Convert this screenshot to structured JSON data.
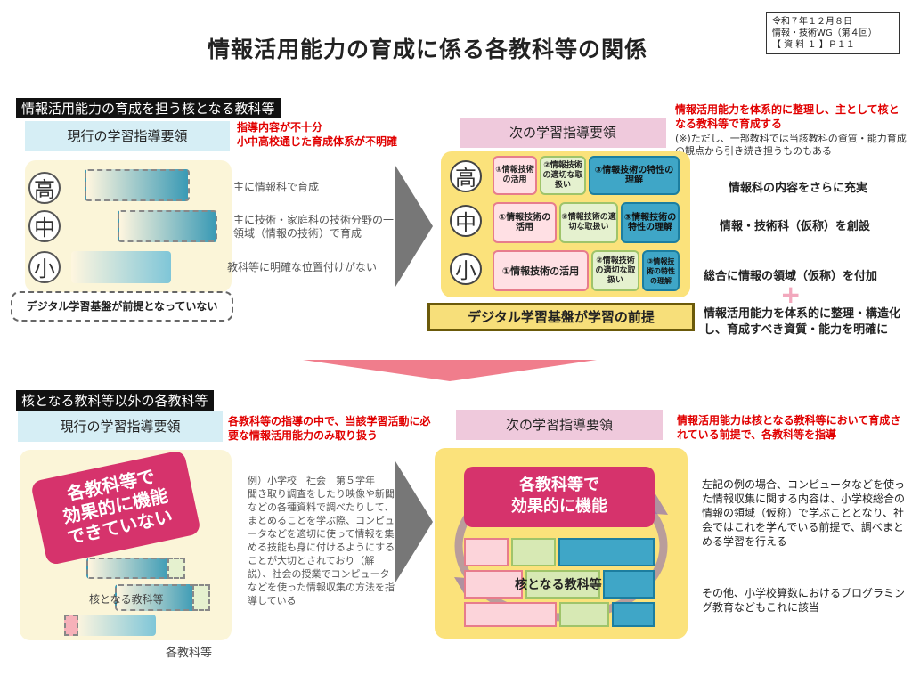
{
  "meta": {
    "line1": "令和７年１２月８日",
    "line2": "情報・技術WG（第４回）",
    "line3": "【 資 料 １ 】Ｐ１１"
  },
  "title": "情報活用能力の育成に係る各教科等の関係",
  "section1": {
    "header": "情報活用能力の育成を担う核となる教科等",
    "current_label": "現行の学習指導要領",
    "current_problem": "指導内容が不十分\n小中高校通じた育成体系が不明確",
    "levels": [
      "高",
      "中",
      "小"
    ],
    "level_notes": [
      "主に情報科で育成",
      "主に技術・家庭科の技術分野の一領域（情報の技術）で育成",
      "教科等に明確な位置付けがない"
    ],
    "digital_note_current": "デジタル学習基盤が前提となっていない",
    "next_label": "次の学習指導要領",
    "next_intro_red": "情報活用能力を体系的に整理し、主として核となる教科等で育成する",
    "next_intro_note": "(※)ただし、一部教科では当該教科の資質・能力育成の観点から引き続き担うものもある",
    "boxes": {
      "b1": "①情報技術の活用",
      "b2": "②情報技術の適切な取扱い",
      "b3": "③情報技術の特性の理解"
    },
    "right_notes": [
      "情報科の内容をさらに充実",
      "情報・技術科（仮称）を創設",
      "総合に情報の領域（仮称）を付加"
    ],
    "plus": "+",
    "right_summary": "情報活用能力を体系的に整理・構造化し、育成すべき資質・能力を明確に",
    "digital_note_next": "デジタル学習基盤が学習の前提"
  },
  "section2": {
    "header": "核となる教科等以外の各教科等",
    "current_label": "現行の学習指導要領",
    "current_red": "各教科等の指導の中で、当該学習活動に必要な情報活用能力のみ取り扱う",
    "current_badge": "各教科等で\n効果的に機能\nできていない",
    "core_label": "核となる教科等",
    "each_label": "各教科等",
    "example_text": "例）小学校　社会　第５学年\n聞き取り調査をしたり映像や新聞などの各種資料で調べたりして、まとめることを学ぶ際、コンピュータなどを適切に使って情報を集める技能も身に付けるようにすることが大切とされており（解説）、社会の授業でコンピュータなどを使った情報収集の方法を指導している",
    "next_label": "次の学習指導要領",
    "next_red": "情報活用能力は核となる教科等において育成されている前提で、各教科等を指導",
    "next_badge": "各教科等で\n効果的に機能",
    "next_core": "核となる教科等",
    "right_text": "左記の例の場合、コンピュータなどを使った情報収集に関する内容は、小学校総合の情報の領域（仮称）で学ぶこととなり、社会ではこれを学んでいる前提で、調べまとめる学習を行える",
    "right_text2": "その他、小学校算数におけるプログラミング教育などもこれに該当"
  },
  "colors": {
    "red": "#e10000",
    "pink_label": "#efc9dc",
    "blue_label": "#d6eef5",
    "yellow_panel": "#fbe27b",
    "cream_panel": "#fbf5d8",
    "magenta": "#d6336c"
  }
}
